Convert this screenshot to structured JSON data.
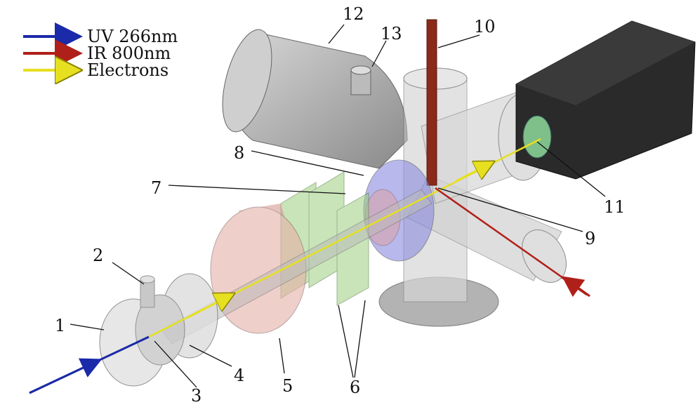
{
  "legend": [
    {
      "label": "UV 266nm",
      "color": "#1a2aa8"
    },
    {
      "label": "IR 800nm",
      "color": "#b0201a"
    },
    {
      "label": "Electrons",
      "color": "#e6e020"
    }
  ],
  "labels": {
    "l1": "1",
    "l2": "2",
    "l3": "3",
    "l4": "4",
    "l5": "5",
    "l6": "6",
    "l7": "7",
    "l8": "8",
    "l9": "9",
    "l10": "10",
    "l11": "11",
    "l12": "12",
    "l13": "13"
  }
}
